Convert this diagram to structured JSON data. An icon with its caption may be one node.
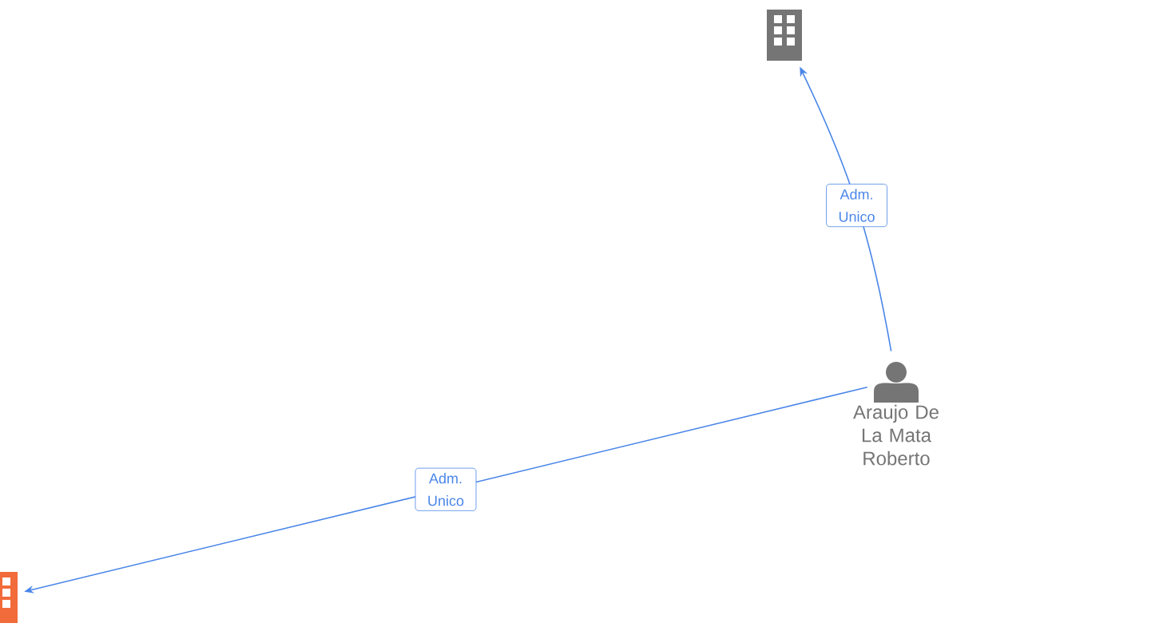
{
  "diagram": {
    "nodes": [
      {
        "text": [],
        "shape": "building"
      },
      {
        "text": [
          "Araujo De La Mata Roberto"
        ]
      },
      {
        "text": [],
        "shape": "building"
      }
    ],
    "edges": [
      {
        "from": 1,
        "to": 0,
        "arrow": "to",
        "label": "Adm. Unico"
      },
      {
        "from": 1,
        "to": 2,
        "arrow": "to",
        "label": "Adm. Unico"
      }
    ]
  }
}
